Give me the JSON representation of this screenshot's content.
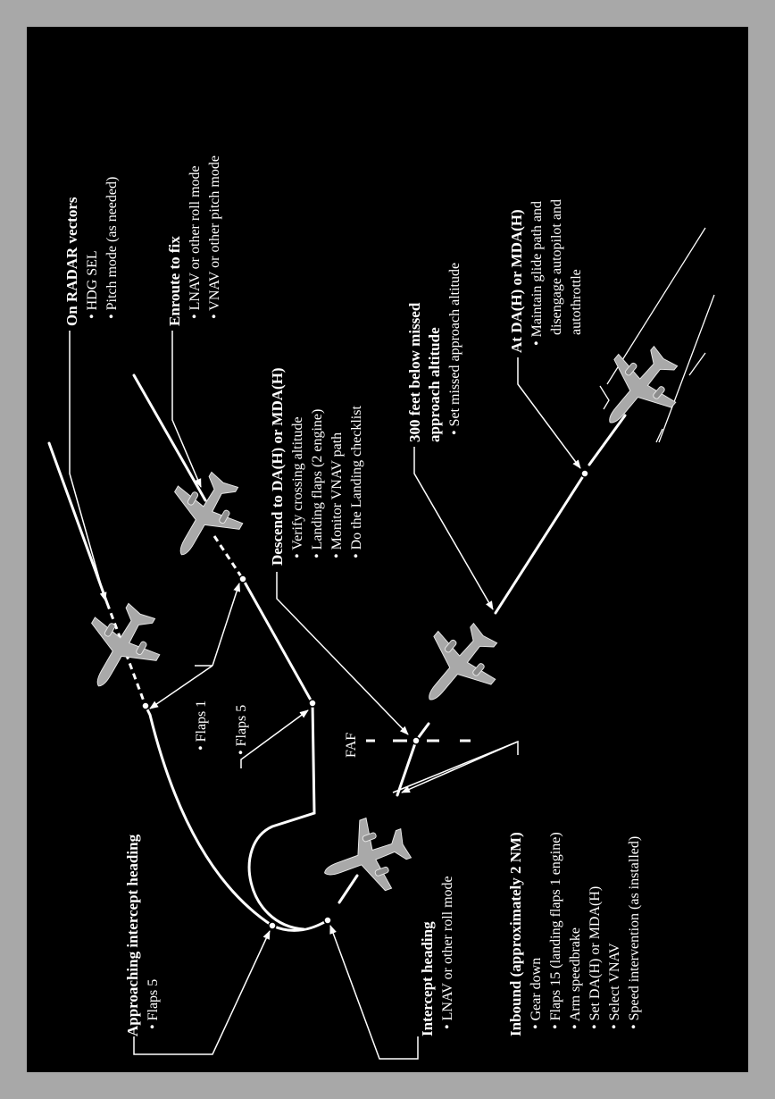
{
  "colors": {
    "background_frame": "#a8a8a8",
    "panel": "#000000",
    "lines": "#ffffff",
    "aircraft": "#a9a9a9"
  },
  "icons": [
    "airplane-icon"
  ],
  "labels": {
    "radar": {
      "title": "On RADAR vectors",
      "items": [
        "• HDG SEL",
        "• Pitch mode (as needed)"
      ]
    },
    "enroute": {
      "title": "Enroute to fix",
      "items": [
        "• LNAV or other roll mode",
        "• VNAV or other pitch mode"
      ]
    },
    "descend": {
      "title": "Descend to DA(H) or MDA(H)",
      "items": [
        "• Verify crossing altitude",
        "• Landing flaps (2 engine)",
        "• Monitor VNAV path",
        "• Do the Landing checklist"
      ]
    },
    "missed": {
      "title1": "300 feet below missed",
      "title2": "approach altitude",
      "items": [
        "• Set missed approach altitude"
      ]
    },
    "da": {
      "title": "At DA(H) or MDA(H)",
      "items": [
        "• Maintain glide path and",
        "disengage autopilot and",
        "autothrottle"
      ]
    },
    "approaching": {
      "title": "Approaching intercept heading",
      "items": [
        "• Flaps 5"
      ]
    },
    "flaps1": {
      "text": "• Flaps 1"
    },
    "flaps5": {
      "text": "• Flaps 5"
    },
    "faf": {
      "text": "FAF"
    },
    "intercept": {
      "title": "Intercept heading",
      "items": [
        "• LNAV or other roll mode"
      ]
    },
    "inbound": {
      "title": "Inbound (approximately 2 NM)",
      "items": [
        "• Gear down",
        "• Flaps 15 (landing flaps 1 engine)",
        "• Arm speedbrake",
        "• Set DA(H) or MDA(H)",
        "• Select VNAV",
        "• Speed intervention (as installed)"
      ]
    }
  }
}
